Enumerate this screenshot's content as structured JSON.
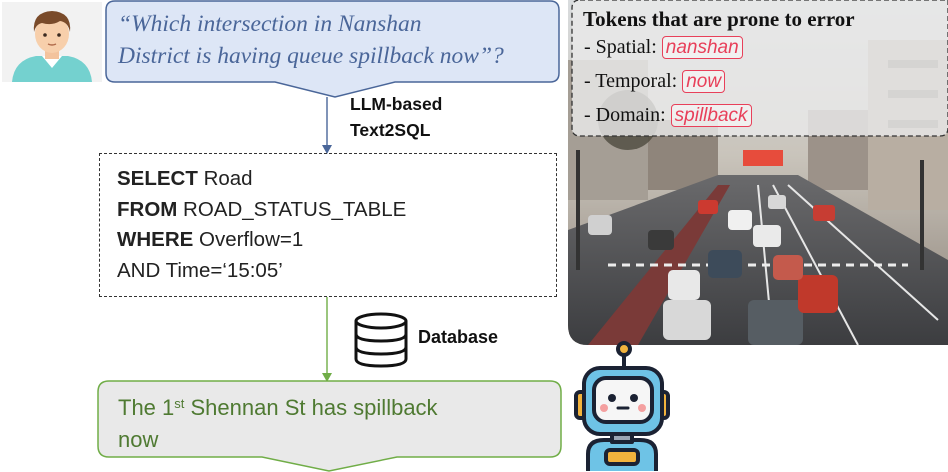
{
  "question": {
    "line1": "“Which intersection in Nanshan",
    "line2": "District is having queue spillback now”?"
  },
  "process_label": {
    "line1": "LLM-based",
    "line2": "Text2SQL"
  },
  "sql": {
    "line1_kw": "SELECT",
    "line1_val": " Road",
    "line2_kw": "FROM",
    "line2_val": " ROAD_STATUS_TABLE",
    "line3_kw": "WHERE",
    "line3_val": " Overflow=1",
    "line4": "AND Time=‘15:05’"
  },
  "database_label": "Database",
  "answer": {
    "prefix": "The 1",
    "superscript": "st",
    "rest": " Shennan St has spillback",
    "line2": "now"
  },
  "tokens": {
    "title": "Tokens that are prone to error",
    "rows": [
      {
        "label": "- Spatial:",
        "token": "nanshan"
      },
      {
        "label": "- Temporal:",
        "token": "now"
      },
      {
        "label": "- Domain:",
        "token": "spillback"
      }
    ]
  },
  "colors": {
    "question_fill": "#dde6f6",
    "question_stroke": "#4a6699",
    "answer_fill": "#e9e9e9",
    "answer_stroke": "#70ad47",
    "token_highlight": "#e8405a",
    "arrow_blue": "#4a6699",
    "arrow_green": "#70ad47"
  },
  "icons": {
    "user": "user-avatar-icon",
    "database": "database-icon",
    "robot": "robot-icon",
    "photo": "traffic-street-photo"
  }
}
